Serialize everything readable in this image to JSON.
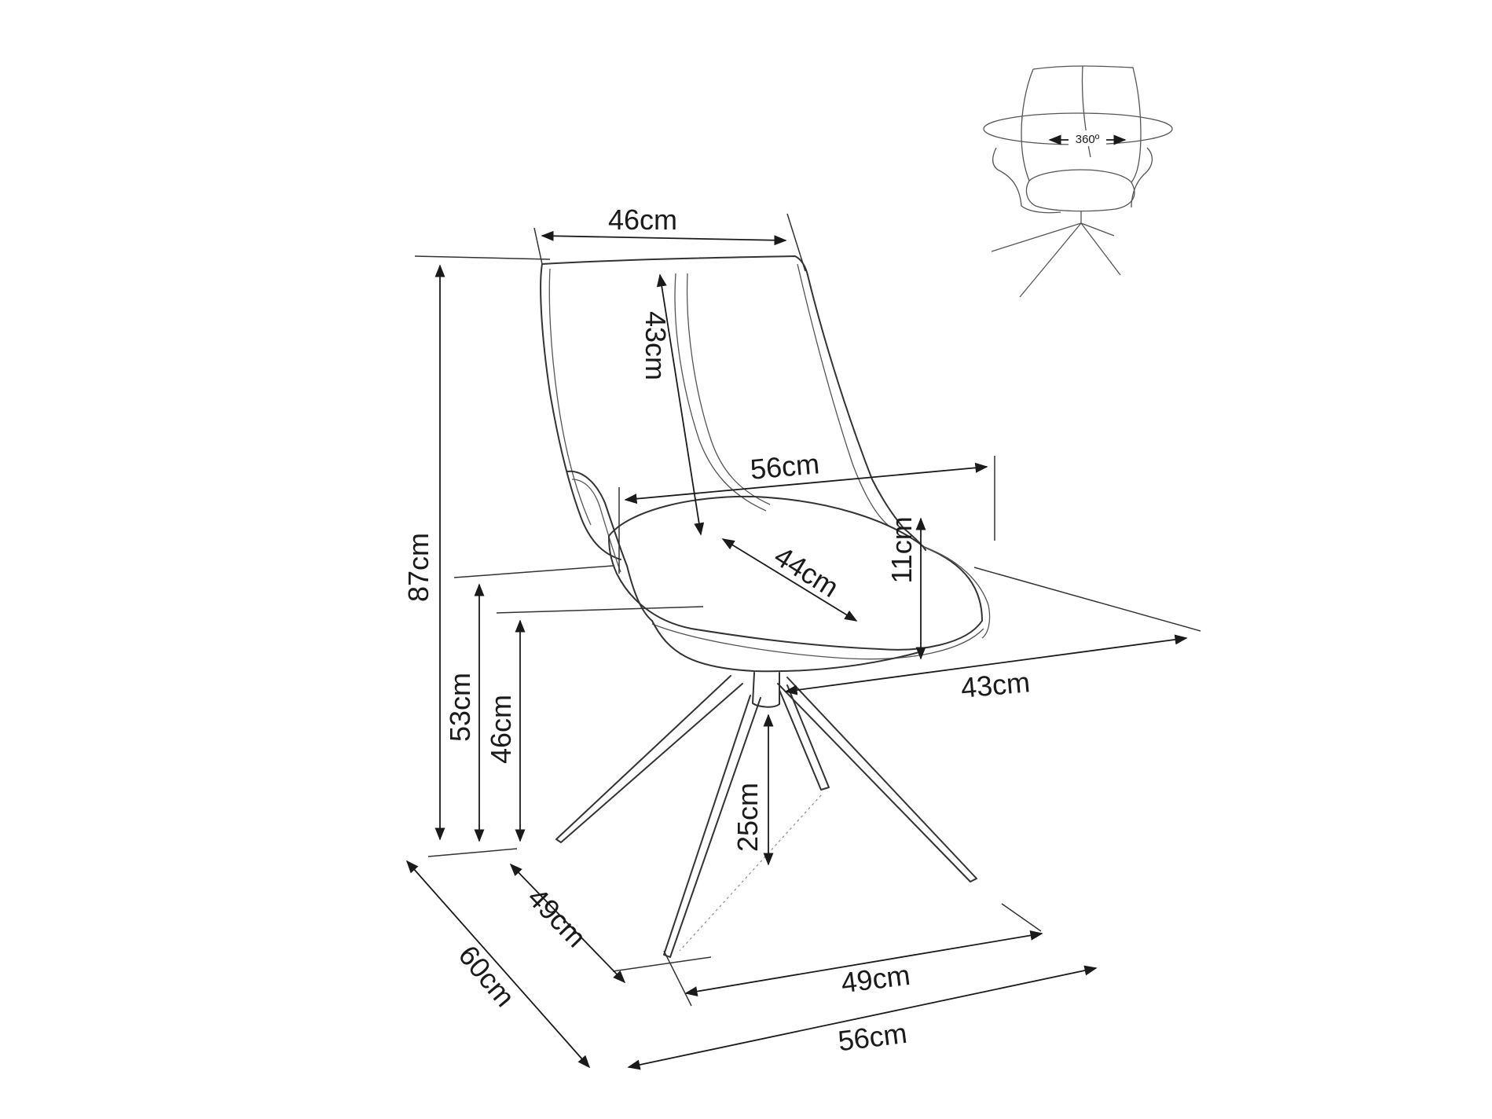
{
  "dimensions": {
    "back_width": "46cm",
    "total_height": "87cm",
    "backrest_height": "43cm",
    "seat_width": "56cm",
    "seat_depth": "44cm",
    "armrest_height": "11cm",
    "armrest_height_from_floor": "53cm",
    "seat_height": "46cm",
    "seat_side_depth": "43cm",
    "leg_clearance": "25cm",
    "base_depth": "49cm",
    "total_depth": "60cm",
    "base_width": "49cm",
    "total_width": "56cm"
  },
  "rotation": {
    "label": "360º"
  },
  "icons": {
    "main": "swivel-chair-line-drawing",
    "thumbnail": "rotating-chair-icon"
  }
}
